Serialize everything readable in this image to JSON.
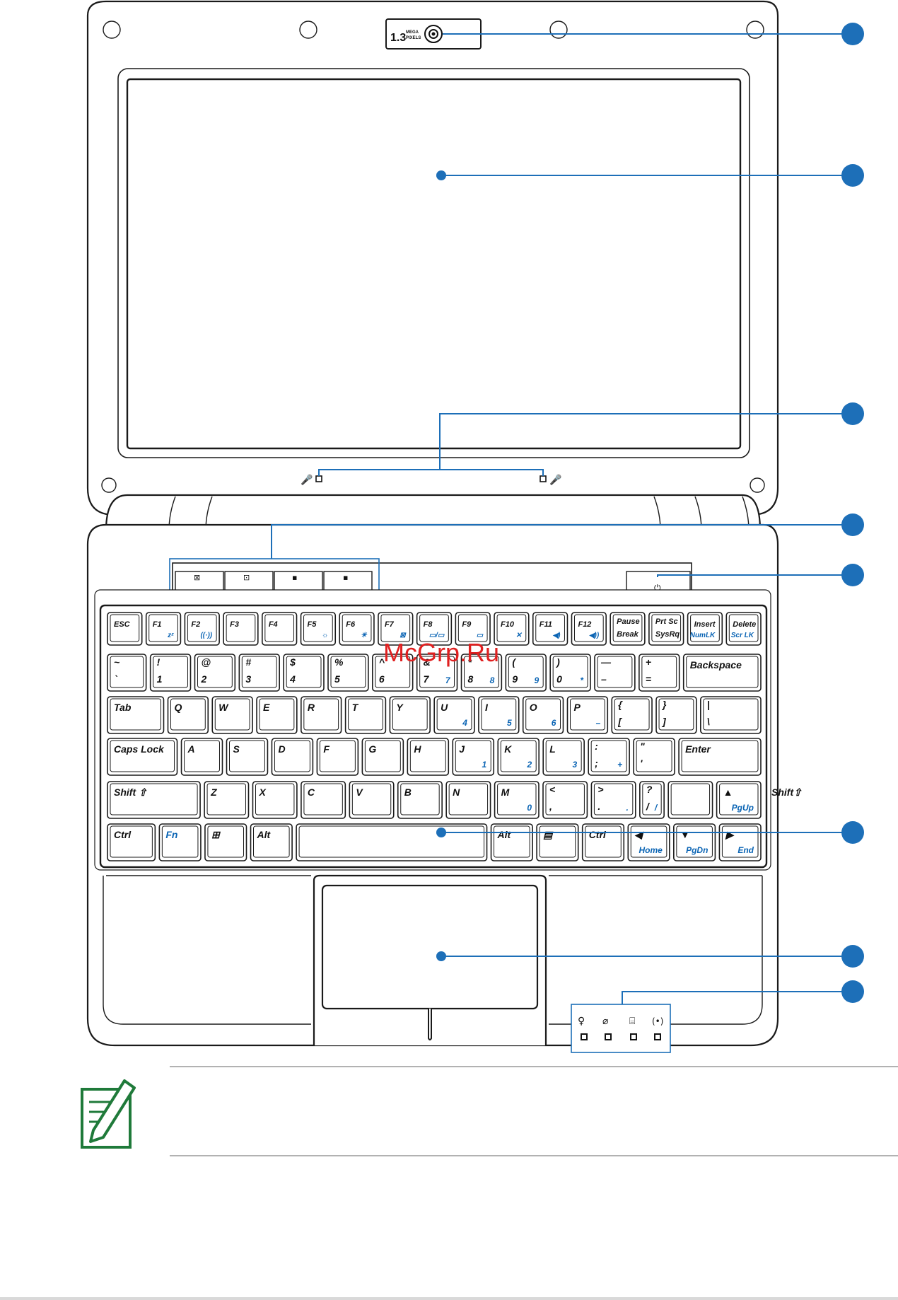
{
  "camera": {
    "label_big": "1.3",
    "label_small_1": "MEGA",
    "label_small_2": "PIXELS"
  },
  "watermark": "McGrp.Ru",
  "key_rows": [
    {
      "keys": [
        {
          "main": "ESC"
        },
        {
          "main": "F1",
          "sub": "zᶻ",
          "sub_blue": true
        },
        {
          "main": "F2",
          "sub": "((·))",
          "sub_blue": true
        },
        {
          "main": "F3"
        },
        {
          "main": "F4"
        },
        {
          "main": "F5",
          "sub": "☼",
          "sub_blue": true
        },
        {
          "main": "F6",
          "sub": "☀",
          "sub_blue": true
        },
        {
          "main": "F7",
          "sub": "⊠",
          "sub_blue": true
        },
        {
          "main": "F8",
          "sub": "▭/▭",
          "sub_blue": true
        },
        {
          "main": "F9",
          "sub": "▭",
          "sub_blue": true
        },
        {
          "main": "F10",
          "sub": "✕",
          "sub_blue": true
        },
        {
          "main": "F11",
          "sub": "◀)",
          "sub_blue": true
        },
        {
          "main": "F12",
          "sub": "◀))",
          "sub_blue": true
        },
        {
          "main": "Pause",
          "main2": "Break"
        },
        {
          "main": "Prt Sc",
          "main2": "SysRq"
        },
        {
          "main": "Insert",
          "sub": "NumLK",
          "sub_blue": true
        },
        {
          "main": "Delete",
          "sub": "Scr LK",
          "sub_blue": true
        }
      ]
    },
    {
      "keys": [
        {
          "main": "~",
          "main2": "`"
        },
        {
          "main": "!",
          "main2": "1"
        },
        {
          "main": "@",
          "main2": "2"
        },
        {
          "main": "#",
          "main2": "3"
        },
        {
          "main": "$",
          "main2": "4"
        },
        {
          "main": "%",
          "main2": "5"
        },
        {
          "main": "^",
          "main2": "6"
        },
        {
          "main": "&",
          "main2": "7",
          "sub": "7",
          "sub_blue": true
        },
        {
          "main": "*",
          "main2": "8",
          "sub": "8",
          "sub_blue": true
        },
        {
          "main": "(",
          "main2": "9",
          "sub": "9",
          "sub_blue": true
        },
        {
          "main": ")",
          "main2": "0",
          "sub": "*",
          "sub_blue": true
        },
        {
          "main": "—",
          "main2": "–"
        },
        {
          "main": "+",
          "main2": "="
        },
        {
          "main": "Backspace"
        }
      ]
    },
    {
      "keys": [
        {
          "main": "Tab"
        },
        {
          "main": "Q"
        },
        {
          "main": "W"
        },
        {
          "main": "E"
        },
        {
          "main": "R"
        },
        {
          "main": "T"
        },
        {
          "main": "Y"
        },
        {
          "main": "U",
          "sub": "4",
          "sub_blue": true
        },
        {
          "main": "I",
          "sub": "5",
          "sub_blue": true
        },
        {
          "main": "O",
          "sub": "6",
          "sub_blue": true
        },
        {
          "main": "P",
          "sub": "–",
          "sub_blue": true
        },
        {
          "main": "{",
          "main2": "["
        },
        {
          "main": "}",
          "main2": "]"
        },
        {
          "main": "|",
          "main2": "\\"
        }
      ]
    },
    {
      "keys": [
        {
          "main": "Caps Lock"
        },
        {
          "main": "A"
        },
        {
          "main": "S"
        },
        {
          "main": "D"
        },
        {
          "main": "F"
        },
        {
          "main": "G"
        },
        {
          "main": "H"
        },
        {
          "main": "J",
          "sub": "1",
          "sub_blue": true
        },
        {
          "main": "K",
          "sub": "2",
          "sub_blue": true
        },
        {
          "main": "L",
          "sub": "3",
          "sub_blue": true
        },
        {
          "main": ":",
          "main2": ";",
          "sub": "+",
          "sub_blue": true
        },
        {
          "main": "\"",
          "main2": "'"
        },
        {
          "main": "Enter"
        }
      ]
    },
    {
      "keys": [
        {
          "main": "Shift ⇧"
        },
        {
          "main": "Z"
        },
        {
          "main": "X"
        },
        {
          "main": "C"
        },
        {
          "main": "V"
        },
        {
          "main": "B"
        },
        {
          "main": "N"
        },
        {
          "main": "M",
          "sub": "0",
          "sub_blue": true
        },
        {
          "main": "<",
          "main2": ","
        },
        {
          "main": ">",
          "main2": ".",
          "sub": ".",
          "sub_blue": true
        },
        {
          "main": "?",
          "main2": "/",
          "sub": "/",
          "sub_blue": true
        },
        {
          "main": ""
        },
        {
          "main": "▲",
          "sub": "PgUp",
          "sub_blue": true
        },
        {
          "main": "Shift⇧"
        }
      ]
    },
    {
      "keys": [
        {
          "main": "Ctrl"
        },
        {
          "main": "Fn",
          "main_blue": true
        },
        {
          "main": "⊞"
        },
        {
          "main": "Alt"
        },
        {
          "main": ""
        },
        {
          "main": "Alt"
        },
        {
          "main": "▤"
        },
        {
          "main": "Ctrl"
        },
        {
          "main": "◀",
          "sub": "Home",
          "sub_blue": true
        },
        {
          "main": "▼",
          "sub": "PgDn",
          "sub_blue": true
        },
        {
          "main": "▶",
          "sub": "End",
          "sub_blue": true
        }
      ]
    }
  ],
  "accent_color": "#1d6fb8",
  "note_icon_color": "#1f7a3a"
}
